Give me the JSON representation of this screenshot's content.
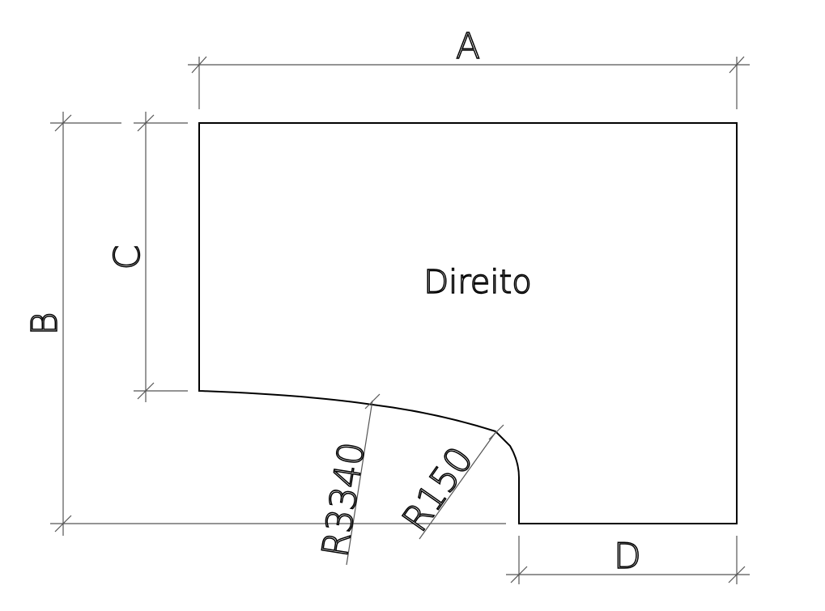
{
  "diagram": {
    "part_name": "Direito",
    "dimensions": {
      "A": "A",
      "B": "B",
      "C": "C",
      "D": "D"
    },
    "radii": {
      "large": "R3340",
      "small": "R150"
    },
    "colors": {
      "outline": "#000000",
      "dimension_line": "#555555",
      "background": "#ffffff"
    }
  }
}
